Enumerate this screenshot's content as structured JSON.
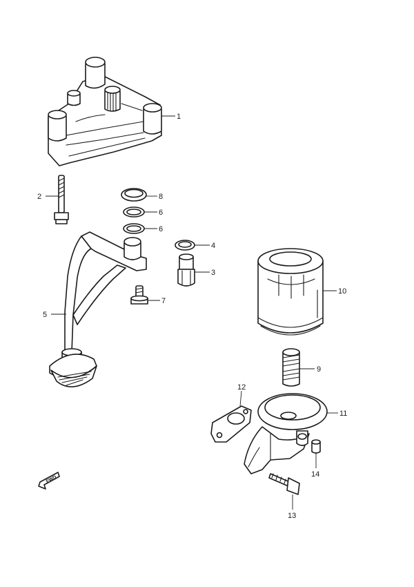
{
  "callouts": {
    "p1": "1",
    "p2": "2",
    "p3": "3",
    "p4": "4",
    "p5": "5",
    "p6a": "6",
    "p6b": "6",
    "p7": "7",
    "p8": "8",
    "p9": "9",
    "p10": "10",
    "p11": "11",
    "p12": "12",
    "p13": "13",
    "p14": "14"
  },
  "fwd": {
    "label": "FWD",
    "icon": "forward-arrow-icon"
  },
  "colors": {
    "line": "#1a1a1a",
    "background": "#ffffff"
  }
}
